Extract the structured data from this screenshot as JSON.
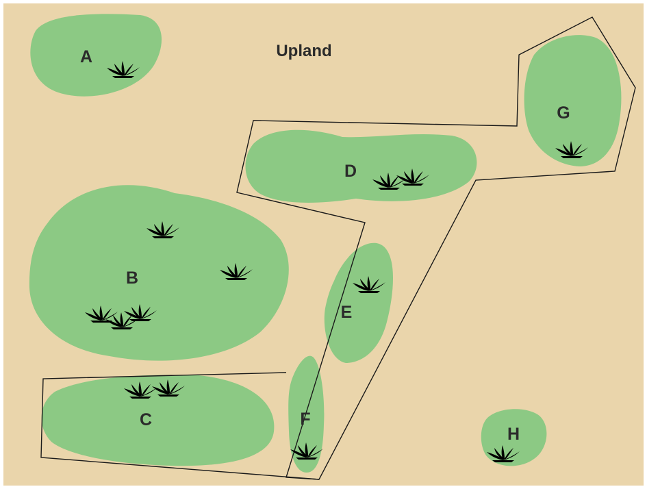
{
  "title": "Upland",
  "wetlands": [
    {
      "id": "A",
      "label": "A"
    },
    {
      "id": "B",
      "label": "B"
    },
    {
      "id": "C",
      "label": "C"
    },
    {
      "id": "D",
      "label": "D"
    },
    {
      "id": "E",
      "label": "E"
    },
    {
      "id": "F",
      "label": "F"
    },
    {
      "id": "G",
      "label": "G"
    },
    {
      "id": "H",
      "label": "H"
    }
  ],
  "colors": {
    "upland": "#ead5ab",
    "wetland": "#8cc984",
    "vegetation": "#2e9a44",
    "boundary": "#1a1a1a"
  },
  "icons": {
    "vegetation": "grass-tuft-icon"
  }
}
